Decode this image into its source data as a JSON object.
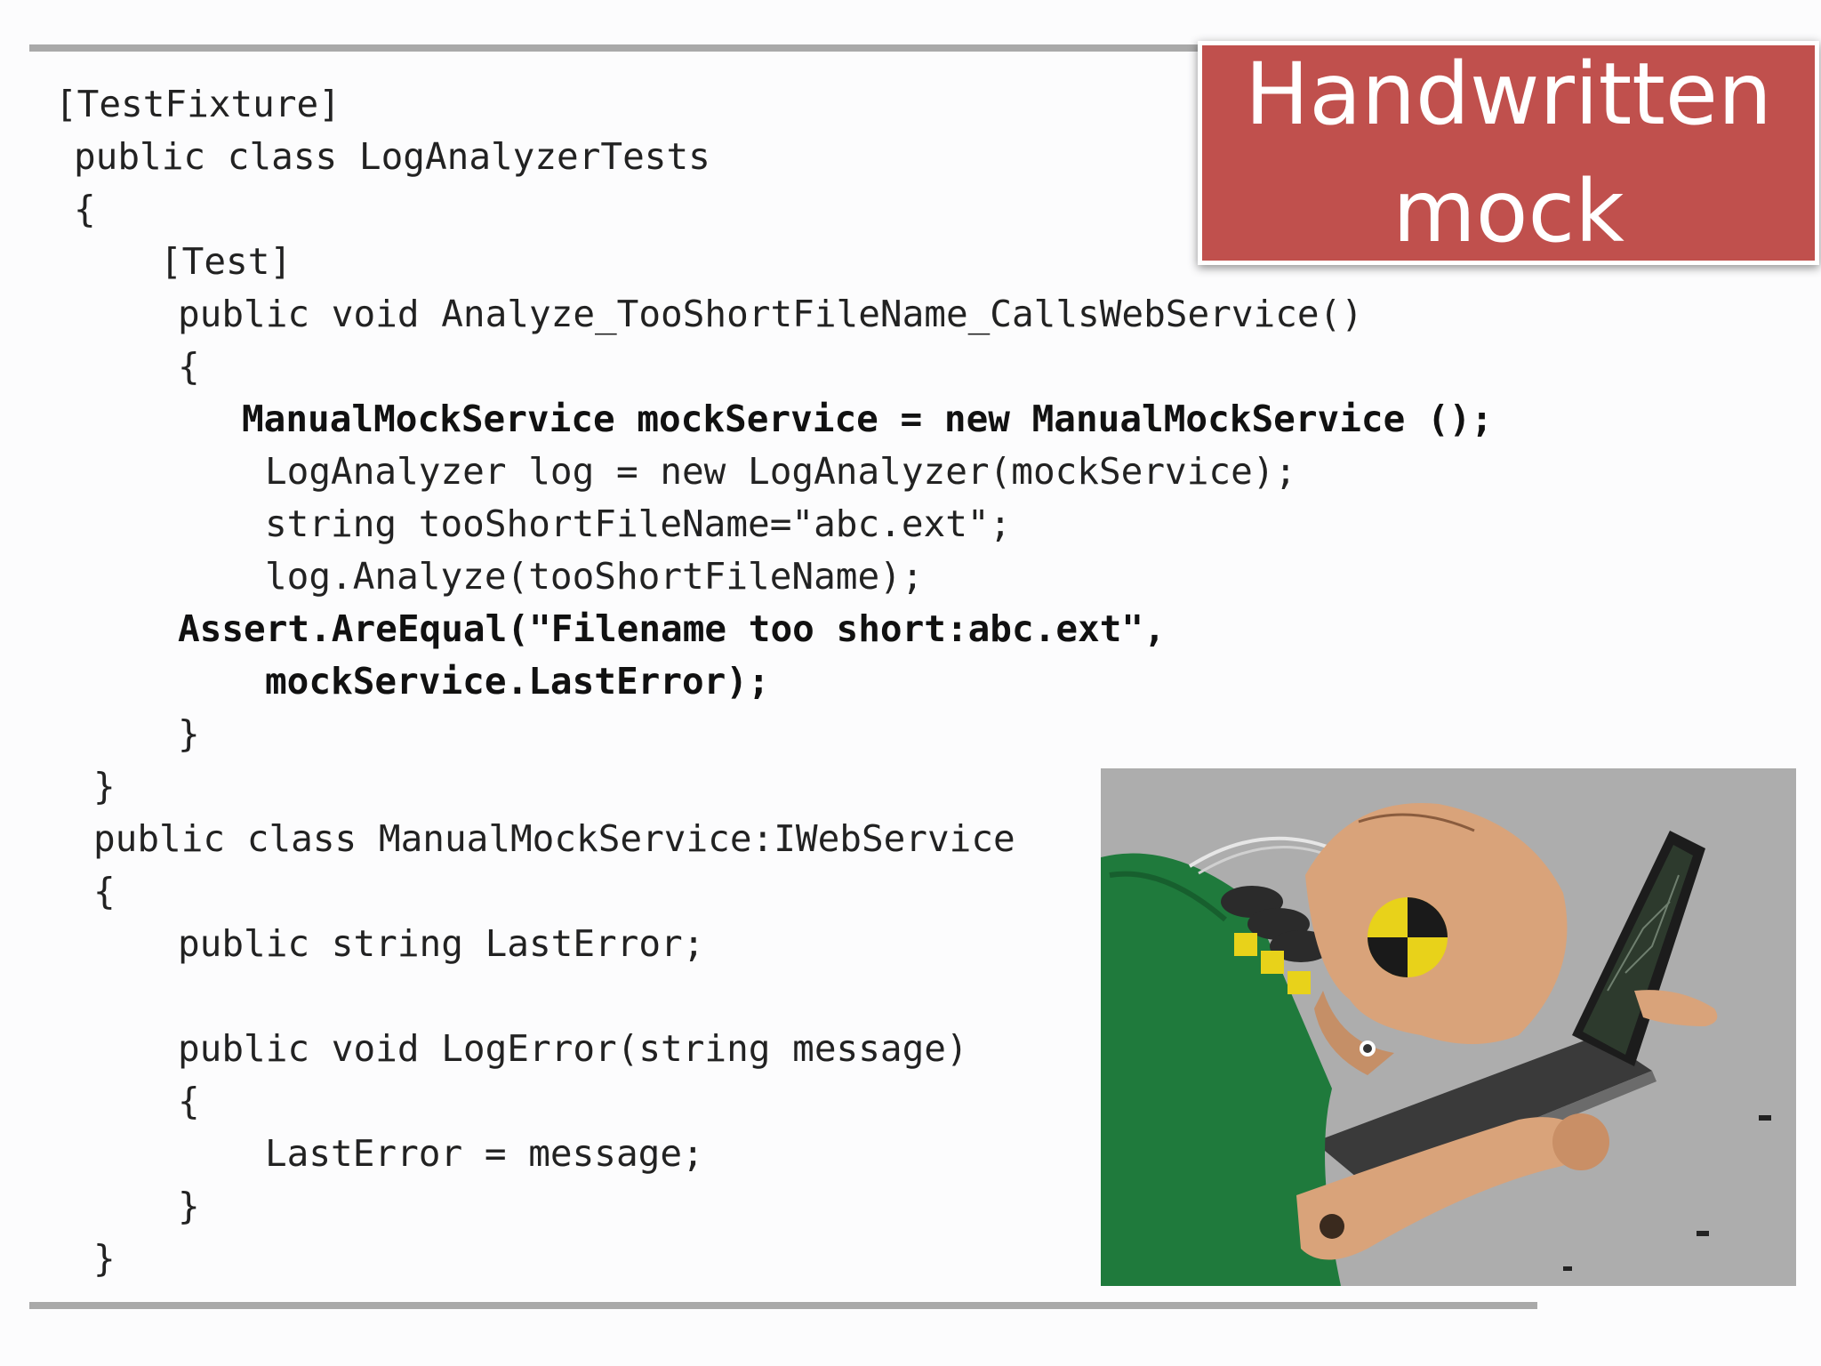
{
  "slide": {
    "title_lines": [
      "Handwritten",
      "mock"
    ]
  },
  "code": {
    "lines": [
      {
        "text": "[TestFixture]",
        "indent": 0,
        "bold": false
      },
      {
        "text": "public class LogAnalyzerTests",
        "indent": 1,
        "bold": false
      },
      {
        "text": "{",
        "indent": 1,
        "bold": false
      },
      {
        "text": "[Test]",
        "indent": 2,
        "bold": false
      },
      {
        "text": "public void Analyze_TooShortFileName_CallsWebService()",
        "indent": 3,
        "bold": false
      },
      {
        "text": "{",
        "indent": 3,
        "bold": false
      },
      {
        "text": "ManualMockService mockService = new ManualMockService ();",
        "indent": 4,
        "bold": true
      },
      {
        "text": "LogAnalyzer log = new LogAnalyzer(mockService);",
        "indent": 5,
        "bold": false
      },
      {
        "text": "string tooShortFileName=\"abc.ext\";",
        "indent": 5,
        "bold": false
      },
      {
        "text": "log.Analyze(tooShortFileName);",
        "indent": 5,
        "bold": false
      },
      {
        "text": "Assert.AreEqual(\"Filename too short:abc.ext\",",
        "indent": 3,
        "bold": true
      },
      {
        "text": "mockService.LastError);",
        "indent": 5,
        "bold": true
      },
      {
        "text": "}",
        "indent": 3,
        "bold": false
      },
      {
        "text": "}",
        "indent": 6,
        "bold": false
      },
      {
        "text": "public class ManualMockService:IWebService",
        "indent": 6,
        "bold": false
      },
      {
        "text": "{",
        "indent": 6,
        "bold": false
      },
      {
        "text": "public string LastError;",
        "indent": 3,
        "bold": false
      },
      {
        "text": "",
        "indent": 3,
        "bold": false
      },
      {
        "text": "public void LogError(string message)",
        "indent": 3,
        "bold": false
      },
      {
        "text": "{",
        "indent": 3,
        "bold": false
      },
      {
        "text": "LastError = message;",
        "indent": 5,
        "bold": false
      },
      {
        "text": "}",
        "indent": 3,
        "bold": false
      },
      {
        "text": "}",
        "indent": 6,
        "bold": false
      }
    ]
  },
  "illustration": {
    "icon": "crash-test-dummy-on-laptop-icon",
    "colors": {
      "background": "#b0b0b0",
      "skin": "#d9a37a",
      "shirt": "#1f7a3c",
      "target_yellow": "#e8d21a",
      "target_black": "#1a1a1a",
      "laptop": "#3a3a3a"
    }
  }
}
